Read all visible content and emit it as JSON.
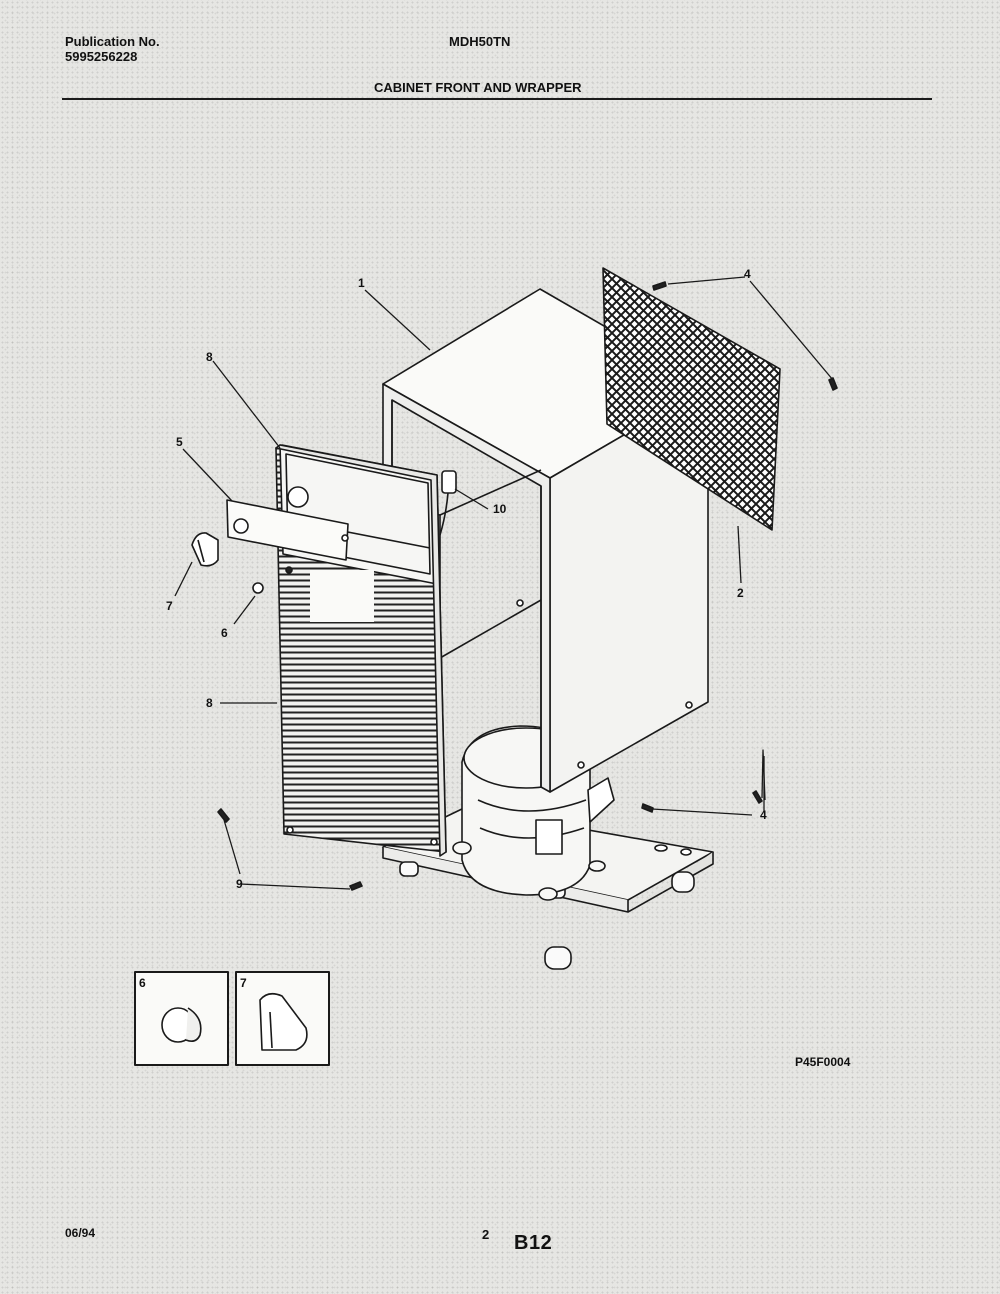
{
  "header": {
    "publication_label": "Publication No.",
    "publication_number": "5995256228",
    "model": "MDH50TN",
    "section_title": "CABINET FRONT AND WRAPPER"
  },
  "diagram": {
    "callouts": [
      "1",
      "2",
      "4",
      "4",
      "4",
      "5",
      "6",
      "7",
      "8",
      "8",
      "9",
      "10"
    ],
    "inset_labels": [
      "6",
      "7"
    ],
    "figure_code": "P45F0004"
  },
  "footer": {
    "date_code": "06/94",
    "page_number": "2",
    "section_code": "B12"
  }
}
